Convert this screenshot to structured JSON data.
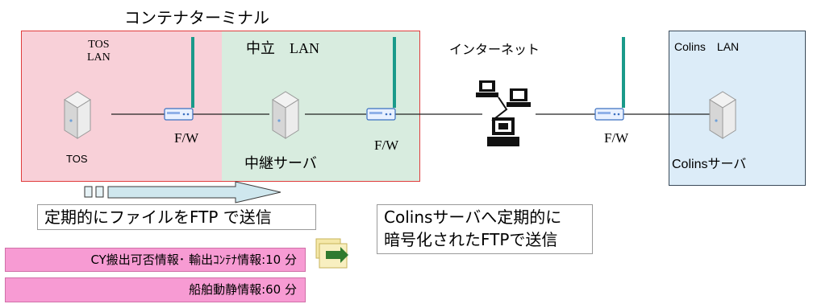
{
  "title": "コンテナターミナル",
  "zones": {
    "tos_lan": "TOS\nLAN",
    "neutral_lan": "中立　LAN",
    "internet": "インターネット",
    "colins_lan": "Colins　LAN"
  },
  "nodes": {
    "tos_server": "TOS",
    "relay_server": "中継サーバ",
    "colins_server": "Colinsサーバ",
    "fw1": "F/W",
    "fw2": "F/W"
  },
  "notes": {
    "periodic_ftp": "定期的にファイルをFTP で送信",
    "encrypted_ftp_line1": "Colinsサーバへ定期的に",
    "encrypted_ftp_line2": "暗号化されたFTPで送信"
  },
  "bars": {
    "cy_info": "CY搬出可否情報･ 輸出ｺﾝﾃﾅ情報:10 分",
    "vessel_info": "船舶動静情報:60 分"
  },
  "colors": {
    "tos_zone": "#f8d0d8",
    "neutral_zone": "#d8ecdf",
    "colins_zone": "#dcecf8",
    "zone_border_red": "#e03c3c",
    "antenna": "#1a9a8a",
    "pink_bar": "#f79bd3",
    "arrow": "#cfe7ee"
  }
}
